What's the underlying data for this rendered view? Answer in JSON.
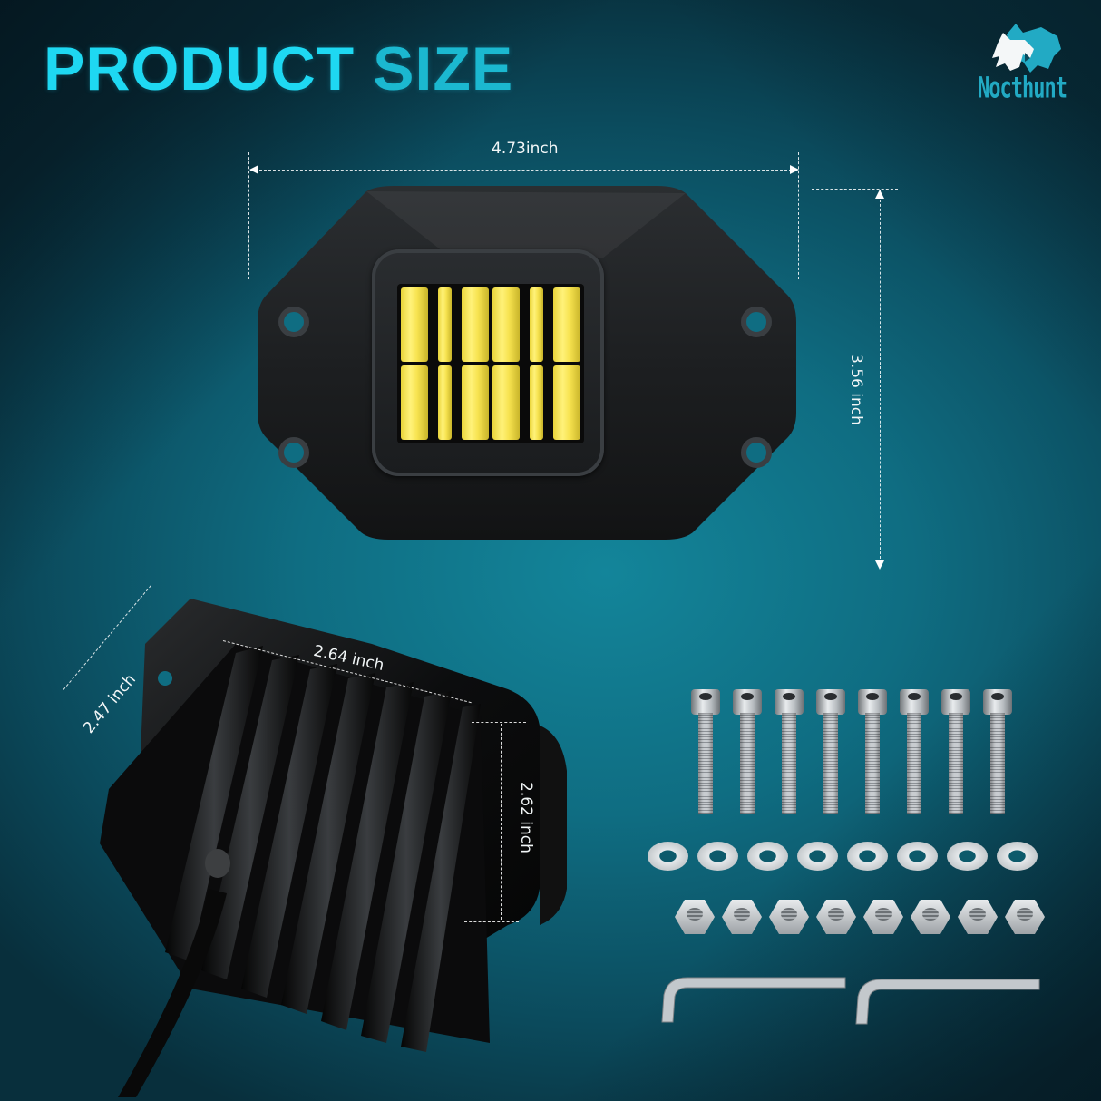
{
  "header": {
    "title_word1": "PRODUCT",
    "title_word2": "SIZE"
  },
  "brand": {
    "logo_icon": "panther-head-icon",
    "name": "Nocthunt"
  },
  "front_view": {
    "width_label": "4.73inch",
    "height_label": "3.56 inch",
    "led_rows": 2,
    "led_columns": 6,
    "mounting_holes": 4
  },
  "back_view": {
    "depth_label": "2.47 inch",
    "housing_width_label": "2.64 inch",
    "housing_height_label": "2.62 inch"
  },
  "hardware_kit": {
    "bolts": 8,
    "washers": 8,
    "nuts": 8,
    "hex_keys": 2
  },
  "colors": {
    "title_primary": "#1ed8f2",
    "title_secondary": "#1bb8d0",
    "background_center": "#13859a",
    "background_edge": "#082f3c",
    "led_yellow": "#f7e350",
    "housing_black": "#1a1c1e",
    "logo_teal": "#22aac4"
  }
}
